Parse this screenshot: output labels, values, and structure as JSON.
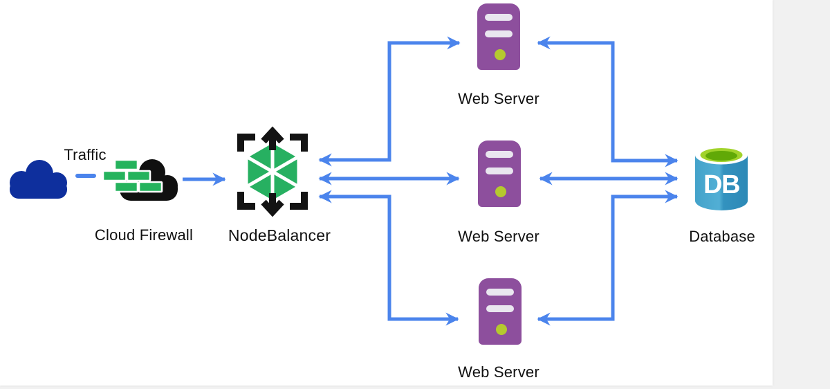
{
  "diagram": {
    "description": "Load-balanced web application architecture diagram",
    "background": "#ffffff",
    "page_background": "#f1f1f1"
  },
  "colors": {
    "connector_blue": "#4b84ec",
    "label_text": "#111111",
    "traffic_cloud": "#0e2f9d",
    "firewall_cloud": "#101010",
    "firewall_brick": "#25b35d",
    "nodebalancer_green": "#27b061",
    "nodebalancer_black": "#131313",
    "server_purple": "#8d4f9d",
    "server_bar": "#e9e6ef",
    "server_led": "#b5c92f",
    "database_blue": "#3c9cc6",
    "database_top_green": "#a1d32b"
  },
  "nodes": {
    "traffic": {
      "label": "Traffic",
      "icon": "cloud-icon",
      "color": "#0e2f9d"
    },
    "cloud_firewall": {
      "label": "Cloud Firewall",
      "icon": "firewall-cloud-icon",
      "brick_color": "#25b35d"
    },
    "nodebalancer": {
      "label": "NodeBalancer",
      "icon": "nodebalancer-icon",
      "hex_color": "#27b061"
    },
    "web_server_top": {
      "label": "Web Server",
      "icon": "server-icon"
    },
    "web_server_middle": {
      "label": "Web Server",
      "icon": "server-icon"
    },
    "web_server_bottom": {
      "label": "Web Server",
      "icon": "server-icon"
    },
    "database": {
      "label": "Database",
      "badge": "DB",
      "icon": "database-cylinder-icon"
    }
  },
  "edges": [
    {
      "from": "traffic",
      "to": "cloud_firewall",
      "style": "dashed",
      "direction": "none"
    },
    {
      "from": "cloud_firewall",
      "to": "nodebalancer",
      "style": "solid",
      "direction": "forward"
    },
    {
      "from": "nodebalancer",
      "to": "web_server_top",
      "style": "solid",
      "direction": "bidirectional"
    },
    {
      "from": "nodebalancer",
      "to": "web_server_middle",
      "style": "solid",
      "direction": "bidirectional"
    },
    {
      "from": "nodebalancer",
      "to": "web_server_bottom",
      "style": "solid",
      "direction": "bidirectional"
    },
    {
      "from": "web_server_top",
      "to": "database",
      "style": "solid",
      "direction": "bidirectional"
    },
    {
      "from": "web_server_middle",
      "to": "database",
      "style": "solid",
      "direction": "bidirectional"
    },
    {
      "from": "web_server_bottom",
      "to": "database",
      "style": "solid",
      "direction": "bidirectional"
    }
  ]
}
